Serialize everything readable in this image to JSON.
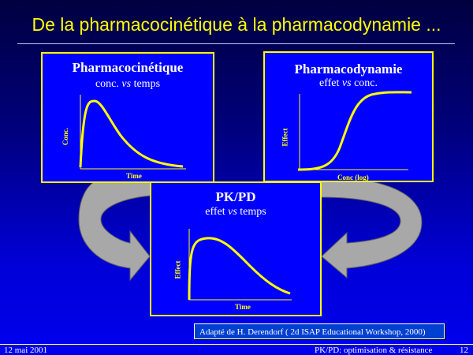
{
  "title": "De la pharmacocinétique à la pharmacodynamie ...",
  "pk": {
    "title": "Pharmacocinétique",
    "subtitle_a": "conc. ",
    "subtitle_em": "vs",
    "subtitle_b": " temps",
    "ylabel": "Conc.",
    "xlabel": "Time"
  },
  "pd": {
    "title": "Pharmacodynamie",
    "subtitle_a": "effet ",
    "subtitle_em": "vs",
    "subtitle_b": " conc.",
    "ylabel": "Effect",
    "xlabel": "Conc (log)"
  },
  "pkpd": {
    "title": "PK/PD",
    "subtitle_a": "effet ",
    "subtitle_em": "vs",
    "subtitle_b": " temps",
    "ylabel": "Effect",
    "xlabel": "Time"
  },
  "credit": "Adapté de H. Derendorf ( 2d ISAP Educational Workshop, 2000)",
  "footer": {
    "date": "12 mai 2001",
    "topic": "PK/PD: optimisation & résistance",
    "page": "12"
  },
  "colors": {
    "accent": "#ffff00",
    "box": "#0000ff",
    "arrow": "#a0a0a0"
  }
}
